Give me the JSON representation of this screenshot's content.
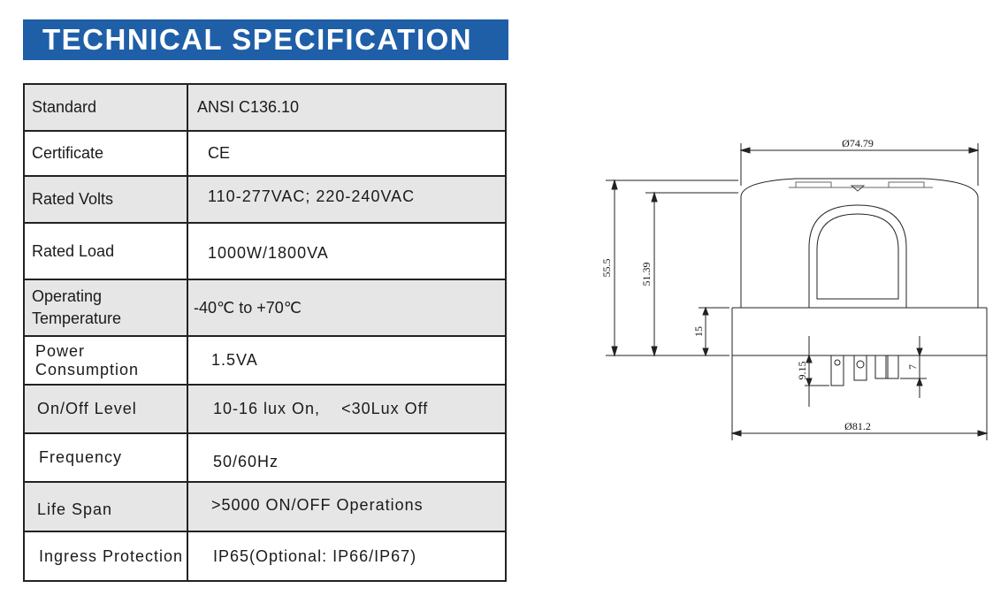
{
  "title": "TECHNICAL SPECIFICATION",
  "specs": [
    {
      "label": "Standard",
      "value": "ANSI C136.10"
    },
    {
      "label": "Certificate",
      "value": "CE"
    },
    {
      "label": "Rated Volts",
      "value": "110-277VAC; 220-240VAC"
    },
    {
      "label": "Rated Load",
      "value": "1000W/1800VA"
    },
    {
      "label": "Operating Temperature",
      "value": "-40℃ to +70℃"
    },
    {
      "label": "Power Consumption",
      "value": "1.5VA"
    },
    {
      "label": "On/Off Level",
      "value": "10-16 lux On,    <30Lux Off"
    },
    {
      "label": "Frequency",
      "value": "50/60Hz"
    },
    {
      "label": "Life Span",
      "value": ">5000 ON/OFF Operations"
    },
    {
      "label": "Ingress Protection",
      "value": "IP65(Optional: IP66/IP67)"
    }
  ],
  "drawing": {
    "top_diameter": "Ø74.79",
    "bottom_diameter": "Ø81.2",
    "total_height": "55.5",
    "body_height": "51.39",
    "base_height": "15",
    "prong_length": "9.15",
    "prong_offset": "7"
  }
}
